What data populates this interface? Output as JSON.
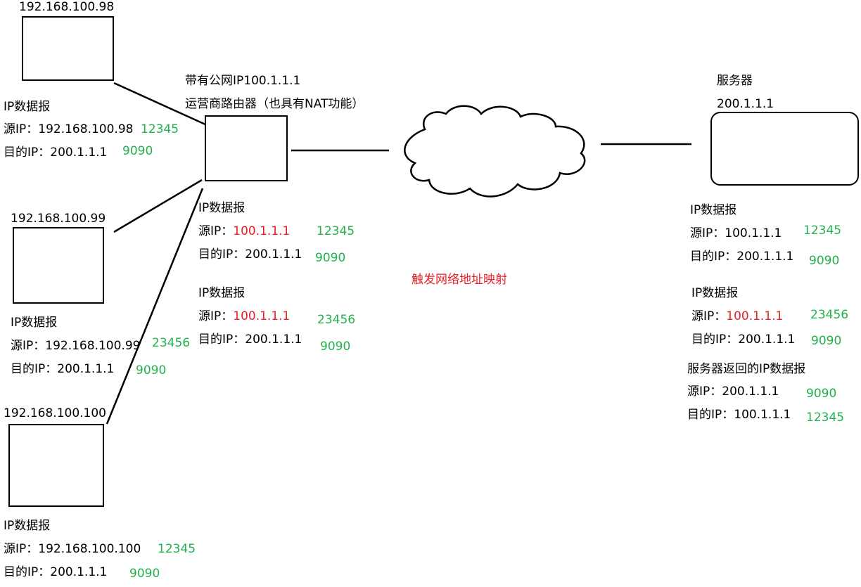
{
  "colors": {
    "port": "#22b14c",
    "mapped_ip": "#e8202a",
    "annotation": "#e8202a",
    "line": "#000000"
  },
  "hosts": [
    {
      "ip": "192.168.100.98"
    },
    {
      "ip": "192.168.100.99"
    },
    {
      "ip": "192.168.100.100"
    }
  ],
  "router": {
    "line1": "带有公网IP100.1.1.1",
    "line2": "运营商路由器（也具有NAT功能）"
  },
  "server": {
    "label": "服务器",
    "ip": "200.1.1.1"
  },
  "internet": {
    "icon": "cloud-icon"
  },
  "annotation": "触发网络地址映射",
  "packets": {
    "host98": {
      "title": "IP数据报",
      "src_label": "源IP：",
      "src_ip": "192.168.100.98",
      "src_port": "12345",
      "dst_label": "目的IP：",
      "dst_ip": "200.1.1.1",
      "dst_port": "9090"
    },
    "host99": {
      "title": "IP数据报",
      "src_label": "源IP：",
      "src_ip": "192.168.100.99",
      "src_port": "23456",
      "dst_label": "目的IP：",
      "dst_ip": "200.1.1.1",
      "dst_port": "9090"
    },
    "host100": {
      "title": "IP数据报",
      "src_label": "源IP：",
      "src_ip": "192.168.100.100",
      "src_port": "12345",
      "dst_label": "目的IP：",
      "dst_ip": "200.1.1.1",
      "dst_port": "9090"
    },
    "router_out1": {
      "title": "IP数据报",
      "src_label": "源IP：",
      "src_ip": "100.1.1.1",
      "src_port": "12345",
      "dst_label": "目的IP：",
      "dst_ip": "200.1.1.1",
      "dst_port": "9090"
    },
    "router_out2": {
      "title": "IP数据报",
      "src_label": "源IP：",
      "src_ip": "100.1.1.1",
      "src_port": "23456",
      "dst_label": "目的IP：",
      "dst_ip": "200.1.1.1",
      "dst_port": "9090"
    },
    "server_in1": {
      "title": "IP数据报",
      "src_label": "源IP：",
      "src_ip": "100.1.1.1",
      "src_port": "12345",
      "dst_label": "目的IP：",
      "dst_ip": "200.1.1.1",
      "dst_port": "9090"
    },
    "server_in2": {
      "title": "IP数据报",
      "src_label": "源IP：",
      "src_ip": "100.1.1.1",
      "src_port": "23456",
      "dst_label": "目的IP：",
      "dst_ip": "200.1.1.1",
      "dst_port": "9090"
    },
    "server_reply": {
      "title": "服务器返回的IP数据报",
      "src_label": "源IP：",
      "src_ip": "200.1.1.1",
      "src_port": "9090",
      "dst_label": "目的IP：",
      "dst_ip": "100.1.1.1",
      "dst_port": "12345"
    }
  }
}
